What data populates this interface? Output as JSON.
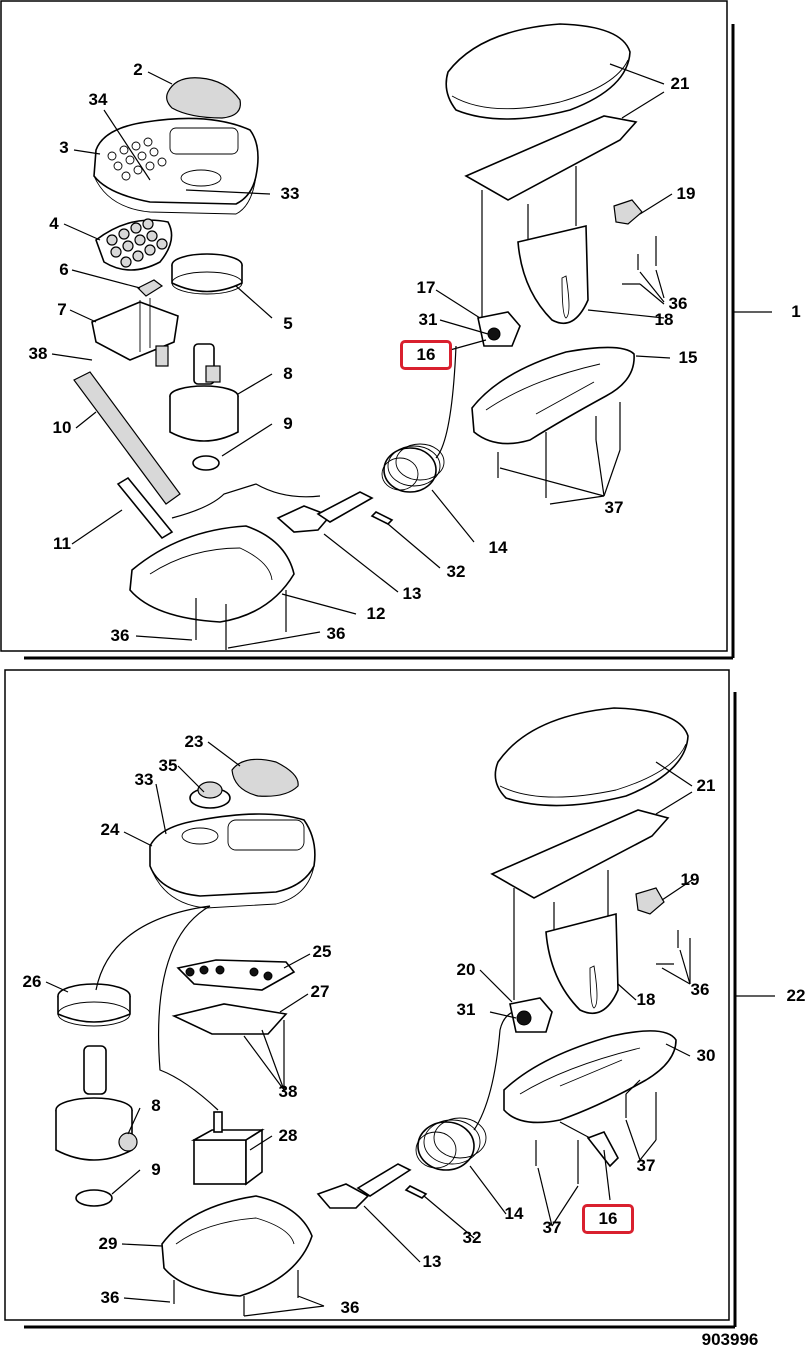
{
  "figure_id": "903996",
  "highlight_color": "#d9202e",
  "panels": [
    {
      "assembly_label": "1",
      "callouts": [
        "2",
        "34",
        "3",
        "33",
        "4",
        "5",
        "6",
        "7",
        "38",
        "8",
        "9",
        "10",
        "11",
        "12",
        "13",
        "14",
        "32",
        "21",
        "19",
        "17",
        "31",
        "16",
        "36",
        "18",
        "15",
        "37",
        "36",
        "36"
      ]
    },
    {
      "assembly_label": "22",
      "callouts": [
        "23",
        "35",
        "33",
        "24",
        "25",
        "26",
        "27",
        "38",
        "28",
        "8",
        "9",
        "29",
        "36",
        "36",
        "13",
        "32",
        "14",
        "21",
        "19",
        "20",
        "31",
        "18",
        "36",
        "30",
        "37",
        "37",
        "16"
      ]
    }
  ]
}
